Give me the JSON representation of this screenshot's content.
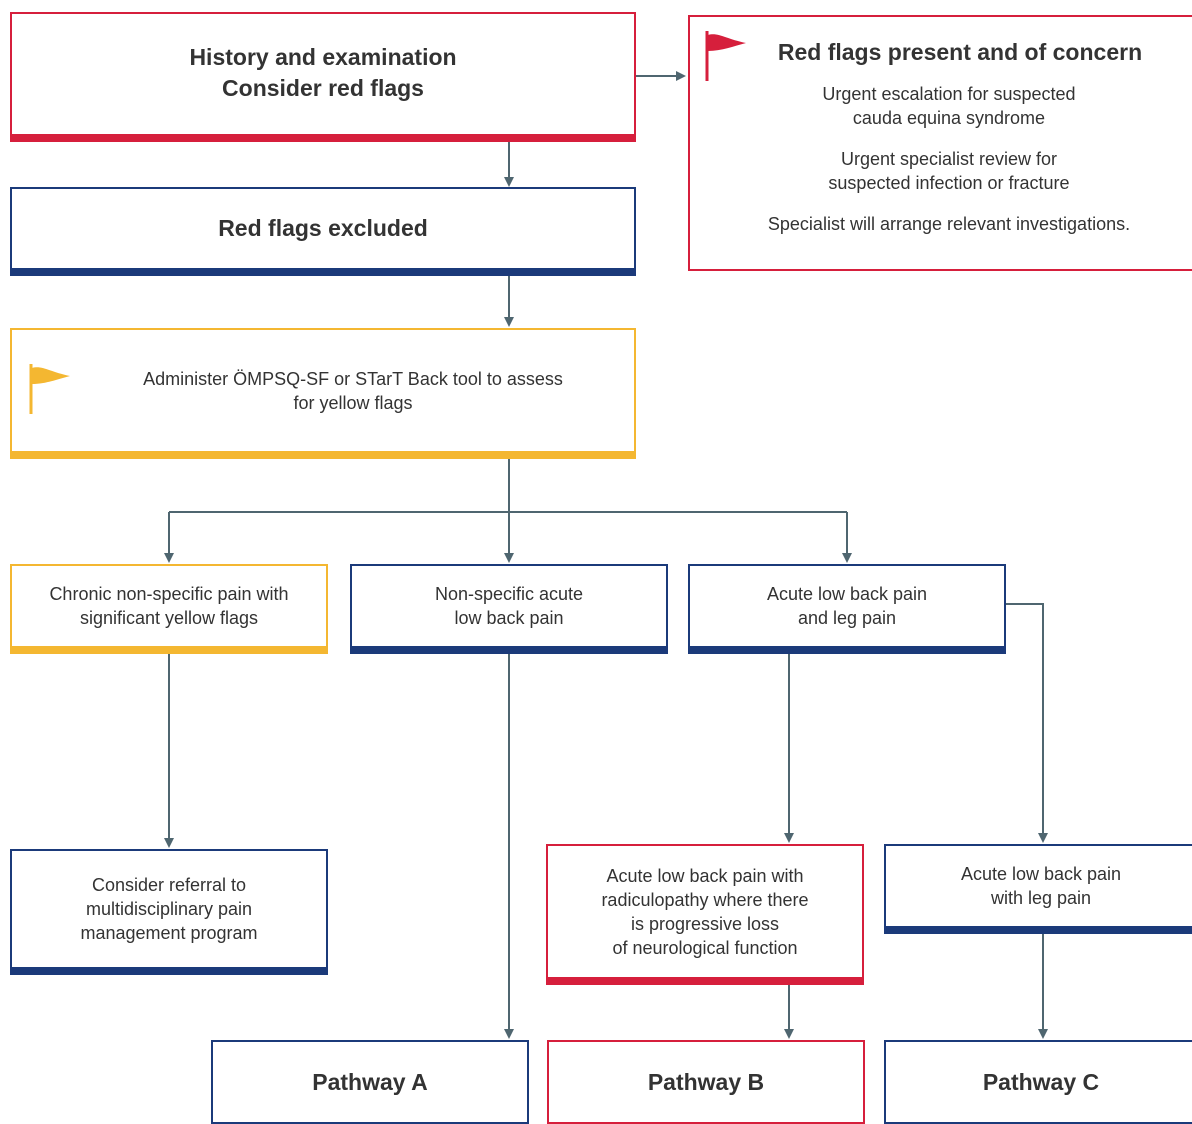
{
  "history": {
    "line1": "History and examination",
    "line2": "Consider red flags"
  },
  "red_flags_excluded": "Red flags excluded",
  "red_flags_present": {
    "title": "Red flags present and of concern",
    "item1_line1": "Urgent escalation for suspected",
    "item1_line2": "cauda equina syndrome",
    "item2_line1": "Urgent specialist review for",
    "item2_line2": "suspected infection or fracture",
    "item3": "Specialist will arrange relevant investigations."
  },
  "yellow_flags": {
    "line1": "Administer ÖMPSQ-SF or STarT Back tool to assess",
    "line2": "for yellow flags"
  },
  "chronic": {
    "line1": "Chronic non-specific pain with",
    "line2": "significant yellow flags"
  },
  "nonspecific": {
    "line1": "Non-specific acute",
    "line2": "low back pain"
  },
  "acute_leg": {
    "line1": "Acute low back pain",
    "line2": "and leg pain"
  },
  "referral": {
    "line1": "Consider referral to",
    "line2": "multidisciplinary pain",
    "line3": "management program"
  },
  "radiculopathy": {
    "line1": "Acute low back pain with",
    "line2": "radiculopathy where there",
    "line3": "is progressive loss",
    "line4": "of neurological function"
  },
  "acute_with_leg": {
    "line1": "Acute low back pain",
    "line2": "with leg pain"
  },
  "pathway_a": "Pathway A",
  "pathway_b": "Pathway B",
  "pathway_c": "Pathway C",
  "colors": {
    "red": "#d61f3c",
    "blue": "#1b3a7a",
    "yellow": "#f4b731",
    "connector": "#4f6670"
  }
}
